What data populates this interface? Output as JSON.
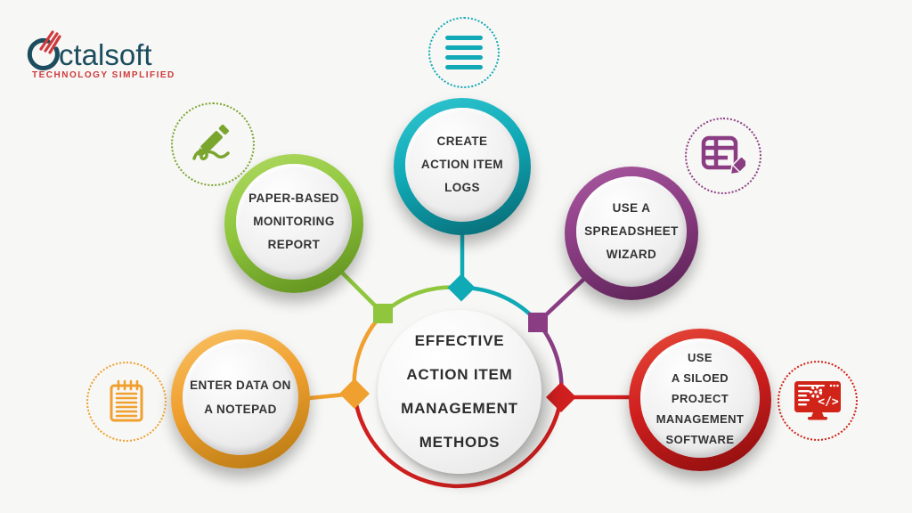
{
  "brand": {
    "name_initial": "O",
    "name_rest": "ctalsoft",
    "full_name": "Octalsoft",
    "tagline": "TECHNOLOGY SIMPLIFIED",
    "wordmark_color": "#1c4d5e",
    "accent_color": "#d0393b"
  },
  "diagram": {
    "background_color": "#f7f7f5",
    "center": {
      "label": [
        "EFFECTIVE",
        "ACTION ITEM",
        "MANAGEMENT",
        "METHODS"
      ],
      "text_color": "#2d2d2d"
    },
    "nodes": [
      {
        "id": "paper-based-monitoring-report",
        "label": [
          "PAPER-BASED",
          "MONITORING",
          "REPORT"
        ],
        "color": "#8fc63d",
        "icon": "pencil-scribble-icon"
      },
      {
        "id": "create-action-item-logs",
        "label": [
          "CREATE",
          "ACTION ITEM",
          "LOGS"
        ],
        "color": "#10a9b6",
        "icon": "list-lines-icon"
      },
      {
        "id": "use-a-spreadsheet-wizard",
        "label": [
          "USE A",
          "SPREADSHEET",
          "WIZARD"
        ],
        "color": "#8b3d83",
        "icon": "spreadsheet-edit-icon"
      },
      {
        "id": "enter-data-on-a-notepad",
        "label": [
          "ENTER DATA ON",
          "A NOTEPAD"
        ],
        "color": "#f0a02f",
        "icon": "notepad-icon"
      },
      {
        "id": "use-a-siloed-project-management-software",
        "label": [
          "USE",
          "A SILOED",
          "PROJECT",
          "MANAGEMENT",
          "SOFTWARE"
        ],
        "color": "#d01f1f",
        "icon": "code-monitor-icon"
      }
    ]
  }
}
